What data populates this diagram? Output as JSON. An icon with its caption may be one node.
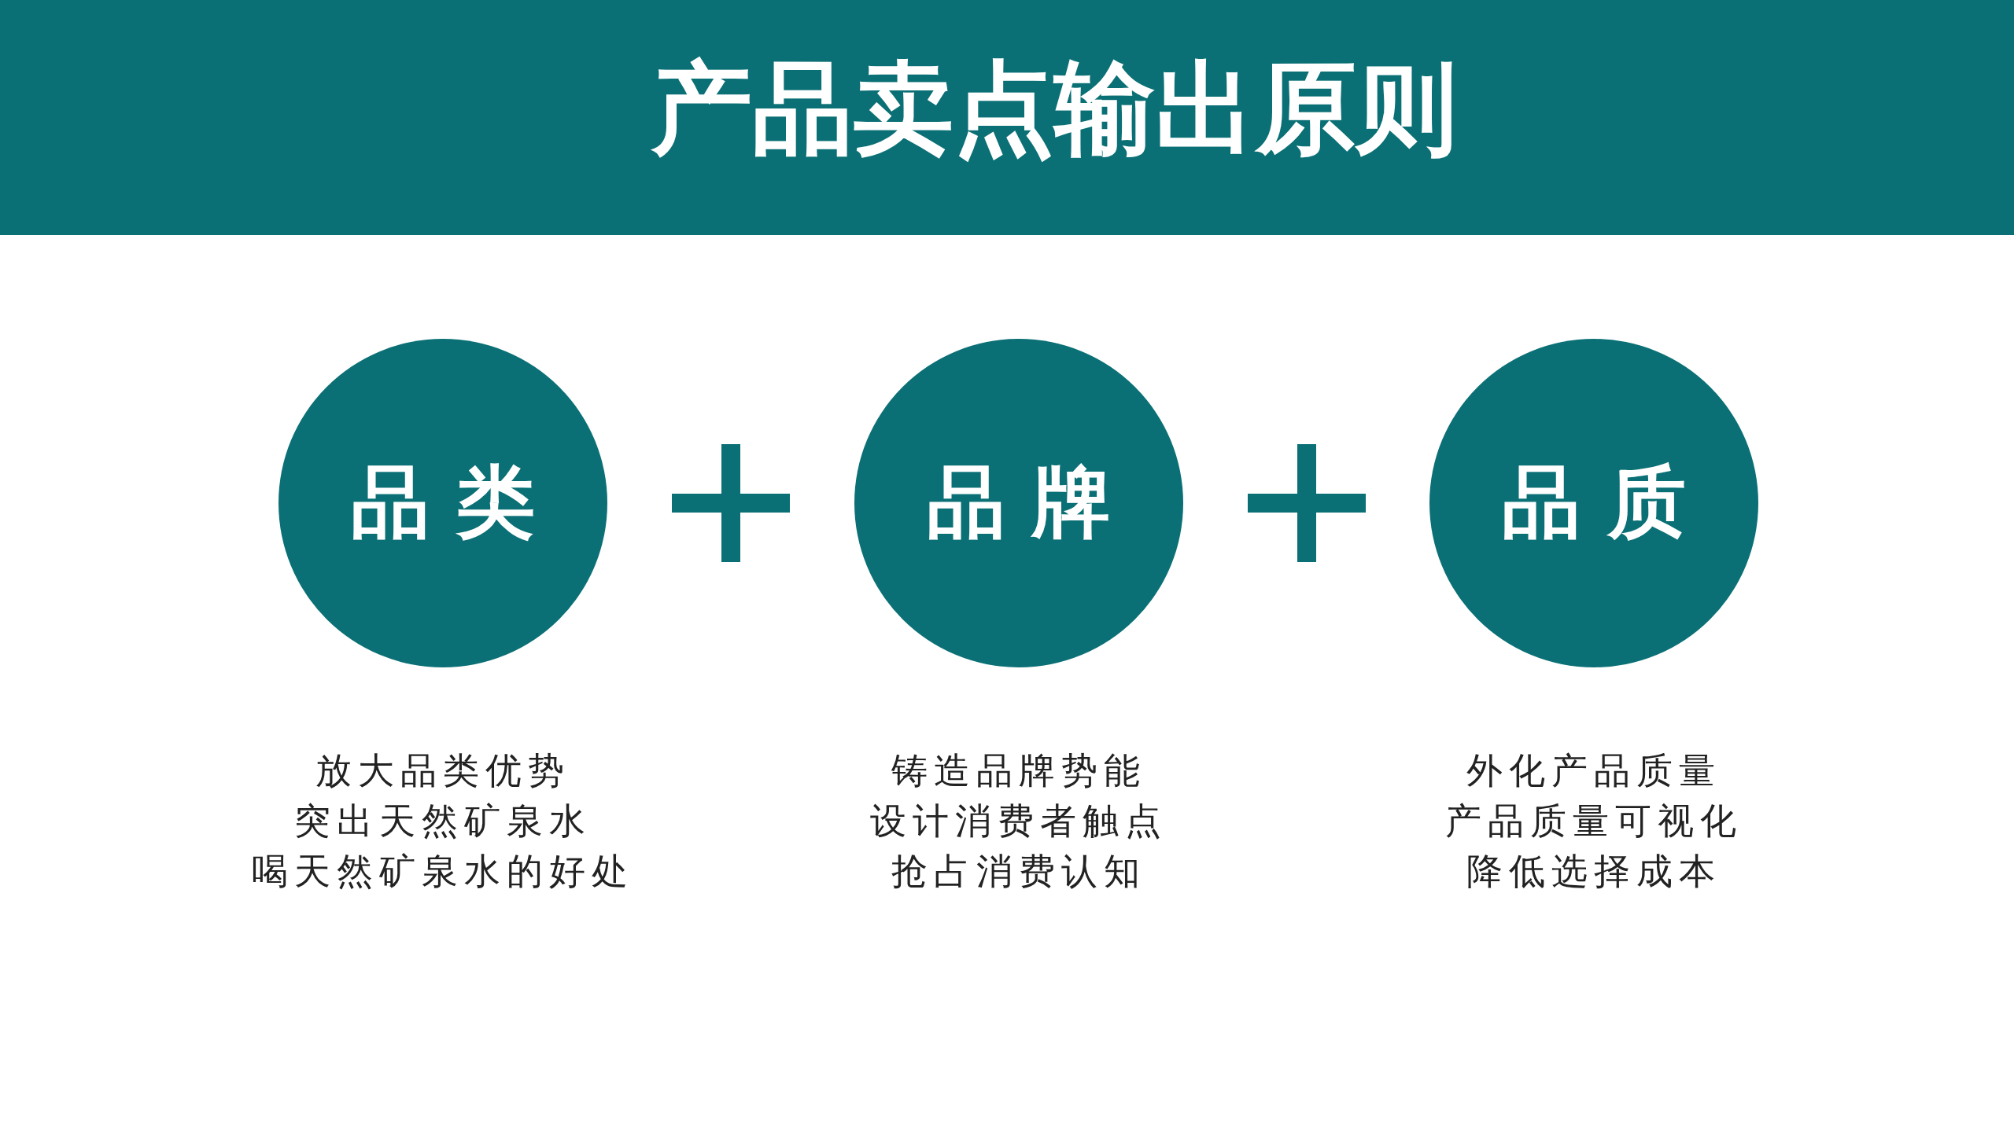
{
  "diagram": {
    "title": "产品卖点输出原则",
    "nodes": [
      {
        "text": [
          "品 类"
        ],
        "beside": [
          "放大品类优势",
          "突出天然矿泉水",
          "喝天然矿泉水的好处"
        ]
      },
      {
        "text": [
          "品 牌"
        ],
        "beside": [
          "铸造品牌势能",
          "设计消费者触点",
          "抢占消费认知"
        ]
      },
      {
        "text": [
          "品 质"
        ],
        "beside": [
          "外化产品质量",
          "产品质量可视化",
          "降低选择成本"
        ]
      }
    ]
  }
}
